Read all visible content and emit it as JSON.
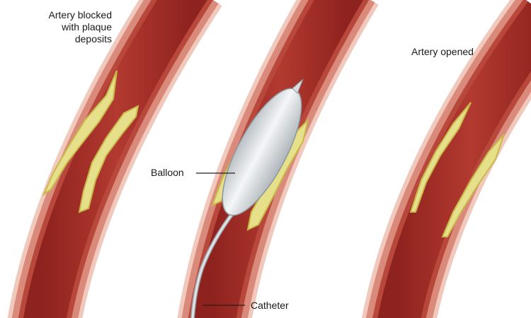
{
  "labels": {
    "blocked_line1": "Artery blocked",
    "blocked_line2": "with plaque",
    "blocked_line3": "deposits",
    "balloon": "Balloon",
    "catheter": "Catheter",
    "opened": "Artery opened"
  },
  "colors": {
    "outer_wall": "#e2a294",
    "wall": "#b8473c",
    "lumen": "#9e2a24",
    "plaque": "#e6e08a",
    "balloon": "#d9dde0",
    "catheter": "#c8cdd0"
  }
}
